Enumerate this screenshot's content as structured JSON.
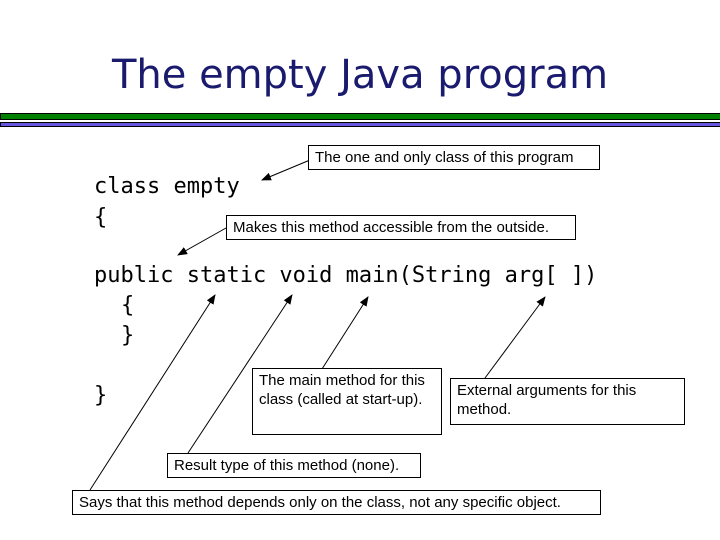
{
  "title": "The empty Java program",
  "code": {
    "line1": "class empty",
    "line2": "{",
    "line3": "public static void main(String arg[ ])",
    "line4": "{",
    "line5": "}",
    "line6": "}"
  },
  "callouts": {
    "class": "The one and only class of this program",
    "public": "Makes this method accessible from the outside.",
    "main": "The main method for this class (called at start-up).",
    "args": "External arguments for this method.",
    "void": "Result type of this method (none).",
    "static": "Says that this method depends only on the class, not any specific object."
  },
  "colors": {
    "title": "#1a1a6e",
    "bar_green": "#008000",
    "bar_blue": "#6655dd"
  }
}
